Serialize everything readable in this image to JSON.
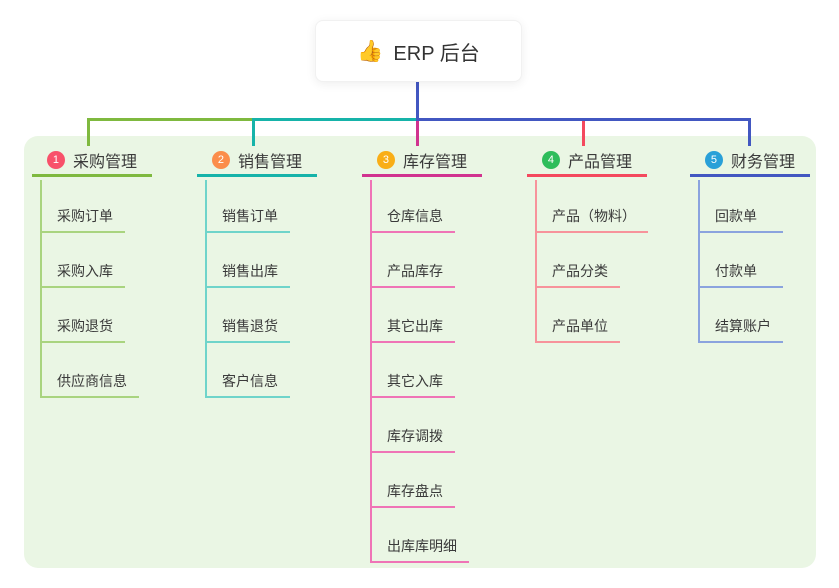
{
  "root": {
    "title": "ERP 后台",
    "icon": "thumbs-up-icon",
    "icon_char": "👍",
    "connector_color": "#4257c1"
  },
  "panel": {
    "background": "#eaf6e4"
  },
  "branches": [
    {
      "num": "1",
      "label": "采购管理",
      "badge_color": "#f8516a",
      "line_color": "#7fb93f",
      "child_line_color": "#a9d47f",
      "connector_color": "#7fb93f",
      "children": [
        "采购订单",
        "采购入库",
        "采购退货",
        "供应商信息"
      ]
    },
    {
      "num": "2",
      "label": "销售管理",
      "badge_color": "#fb8d4b",
      "line_color": "#16b3a9",
      "child_line_color": "#6fd4ca",
      "connector_color": "#16b3a9",
      "children": [
        "销售订单",
        "销售出库",
        "销售退货",
        "客户信息"
      ]
    },
    {
      "num": "3",
      "label": "库存管理",
      "badge_color": "#f9ae17",
      "line_color": "#d1338f",
      "child_line_color": "#ef74b6",
      "connector_color": "#d1338f",
      "children": [
        "仓库信息",
        "产品库存",
        "其它出库",
        "其它入库",
        "库存调拨",
        "库存盘点",
        "出库库明细"
      ]
    },
    {
      "num": "4",
      "label": "产品管理",
      "badge_color": "#2ebd5b",
      "line_color": "#f4495e",
      "child_line_color": "#f7939b",
      "connector_color": "#f4495e",
      "children": [
        "产品（物料）",
        "产品分类",
        "产品单位"
      ]
    },
    {
      "num": "5",
      "label": "财务管理",
      "badge_color": "#29a0d8",
      "line_color": "#4257c1",
      "child_line_color": "#8ba3de",
      "connector_color": "#4257c1",
      "children": [
        "回款单",
        "付款单",
        "结算账户"
      ]
    }
  ]
}
